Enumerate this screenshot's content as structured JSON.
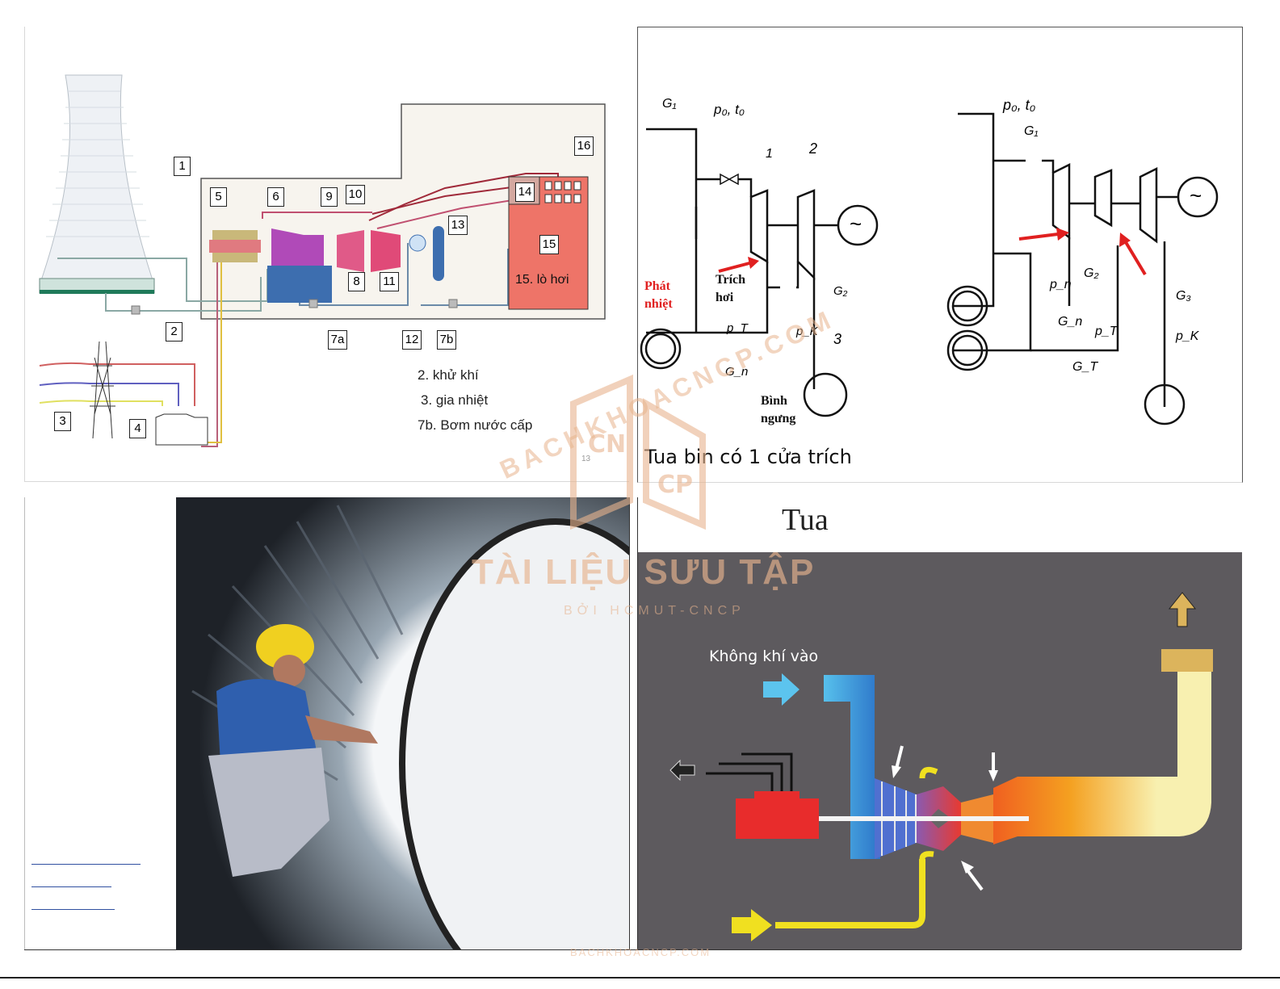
{
  "slide_top_left": {
    "diagram": "thermal-power-plant-schematic",
    "labels": [
      "1",
      "2",
      "3",
      "4",
      "5",
      "6",
      "7a",
      "7b",
      "8",
      "9",
      "10",
      "11",
      "12",
      "13",
      "14",
      "15",
      "16"
    ],
    "boiler_text": "15. lò hơi",
    "legend": [
      "2. khử khí",
      "3. gia nhiệt",
      "7b. Bơm nước cấp"
    ],
    "slide_number": "13"
  },
  "slide_top_right": {
    "left_diagram": {
      "symbols": [
        "G₁",
        "p₀, t₀",
        "1",
        "2",
        "~",
        "p_T",
        "G_n",
        "p_K",
        "G₂",
        "3"
      ],
      "heat_label": [
        "Phát",
        "nhiệt"
      ],
      "extraction_label": [
        "Trích",
        "hơi"
      ],
      "condenser_label": [
        "Bình",
        "ngưng"
      ]
    },
    "right_diagram": {
      "symbols": [
        "p₀, t₀",
        "G₁",
        "~",
        "p_n",
        "G₂",
        "G₃",
        "G_n",
        "p_T",
        "p_K",
        "G_T"
      ]
    },
    "caption": "Tua bin có 1 cửa trích",
    "accent_color": "#e02020"
  },
  "slide_bottom_left": {
    "photo": "worker-inspecting-steam-turbine-rotor",
    "links_count": 3
  },
  "slide_bottom_right": {
    "title": "Tua",
    "diagram": "gas-turbine-schematic",
    "air_label": "Không khí vào",
    "panel_color": "#5d5a5e"
  },
  "watermark": {
    "arc_text": "BACHKHOACNCP.COM",
    "logo": [
      "CN",
      "CP"
    ],
    "main": "TÀI LIỆU SƯU TẬP",
    "sub": "BỞI HCMUT-CNCP",
    "footer": "BACHKHOACNCP.COM"
  }
}
